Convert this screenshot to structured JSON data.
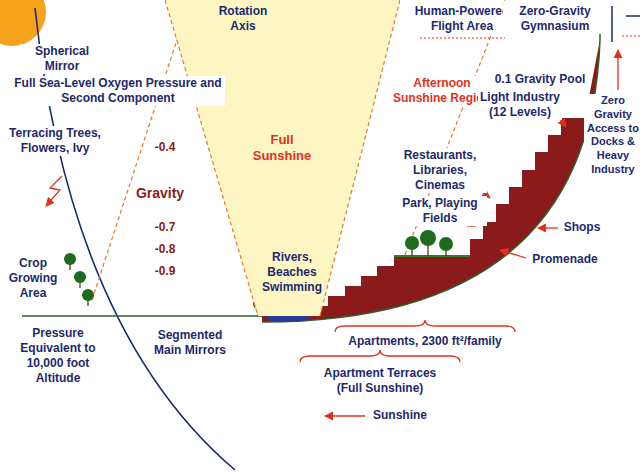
{
  "diagram": {
    "nodes": [
      {
        "text": [
          "Full Sunshine"
        ]
      }
    ],
    "labels": [
      "Rotation Axis",
      "Human-Powered Flight Area",
      "Zero-Gravity Gymnasium",
      "Spherical Mirror",
      "Full Sea-Level Oxygen Pressure and Second Component",
      "Afternoon Sunshine Region",
      "0.1 Gravity Pool",
      "Light Industry (12 Levels)",
      "Zero Gravity Access to Docks & Heavy Industry",
      "Terracing Trees, Flowers, Ivy",
      "-0.4",
      "Gravity",
      "Restaurants, Libraries, Cinemas",
      "Park, Playing Fields",
      "Shops",
      "Promenade",
      "-0.7",
      "-0.8",
      "-0.9",
      "Rivers, Beaches Swimming",
      "Crop Growing Area",
      "Pressure Equivalent to 10,000 foot Altitude",
      "Segmented Main Mirrors",
      "Apartments, 2300 ft²/family",
      "Apartment Terraces (Full Sunshine)",
      "Sunshine"
    ]
  }
}
